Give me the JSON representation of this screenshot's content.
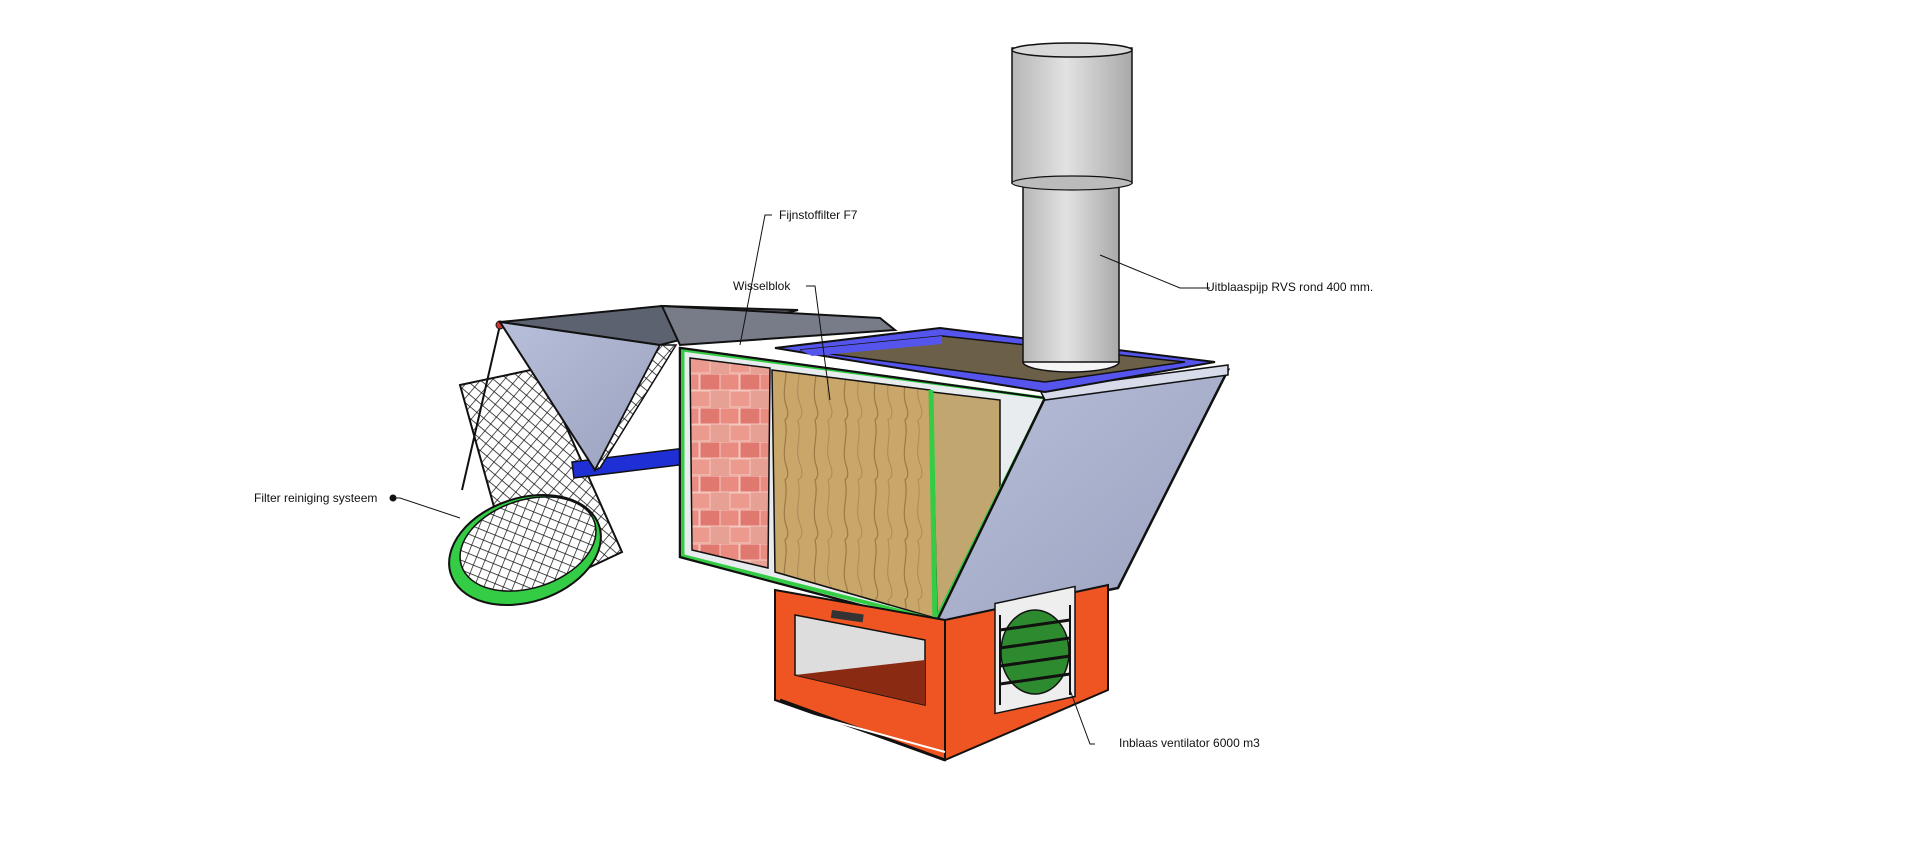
{
  "labels": {
    "fijnstoffilter": "Fijnstoffilter F7",
    "wisselblok": "Wisselblok",
    "uitblaaspijp": "Uitblaaspijp RVS rond 400 mm.",
    "filter_reiniging": "Filter reiniging systeem",
    "inblaas": "Inblaas ventilator 6000 m3"
  },
  "colors": {
    "frame_blue": "#5555ee",
    "orange": "#ee5522",
    "green": "#33cc44",
    "panel": "#a8afcc",
    "pipe": "#cfcfcf",
    "filter_pink": "#e88a80",
    "wisselblok": "#c9a66a"
  }
}
